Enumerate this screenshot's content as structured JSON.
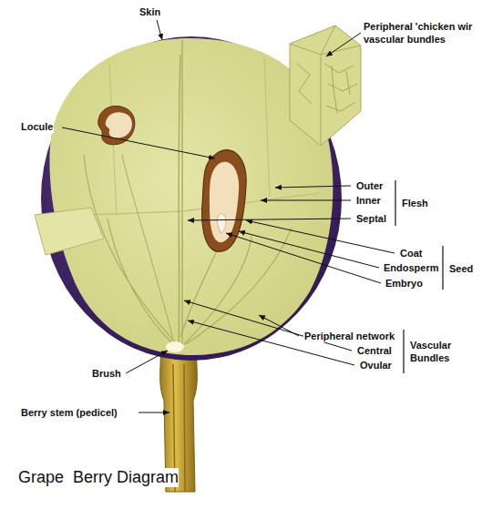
{
  "diagram": {
    "caption": "Grape  Berry Diagram",
    "labels": [
      "Skin",
      "Peripheral 'chicken wir vascular bundles",
      "Locule",
      "Outer",
      "Inner",
      "Septal",
      "Flesh",
      "Coat",
      "Endosperm",
      "Embryo",
      "Seed",
      "Peripheral network",
      "Central",
      "Ovular",
      "Vascular Bundles",
      "Brush",
      "Berry stem (pedicel)"
    ]
  }
}
